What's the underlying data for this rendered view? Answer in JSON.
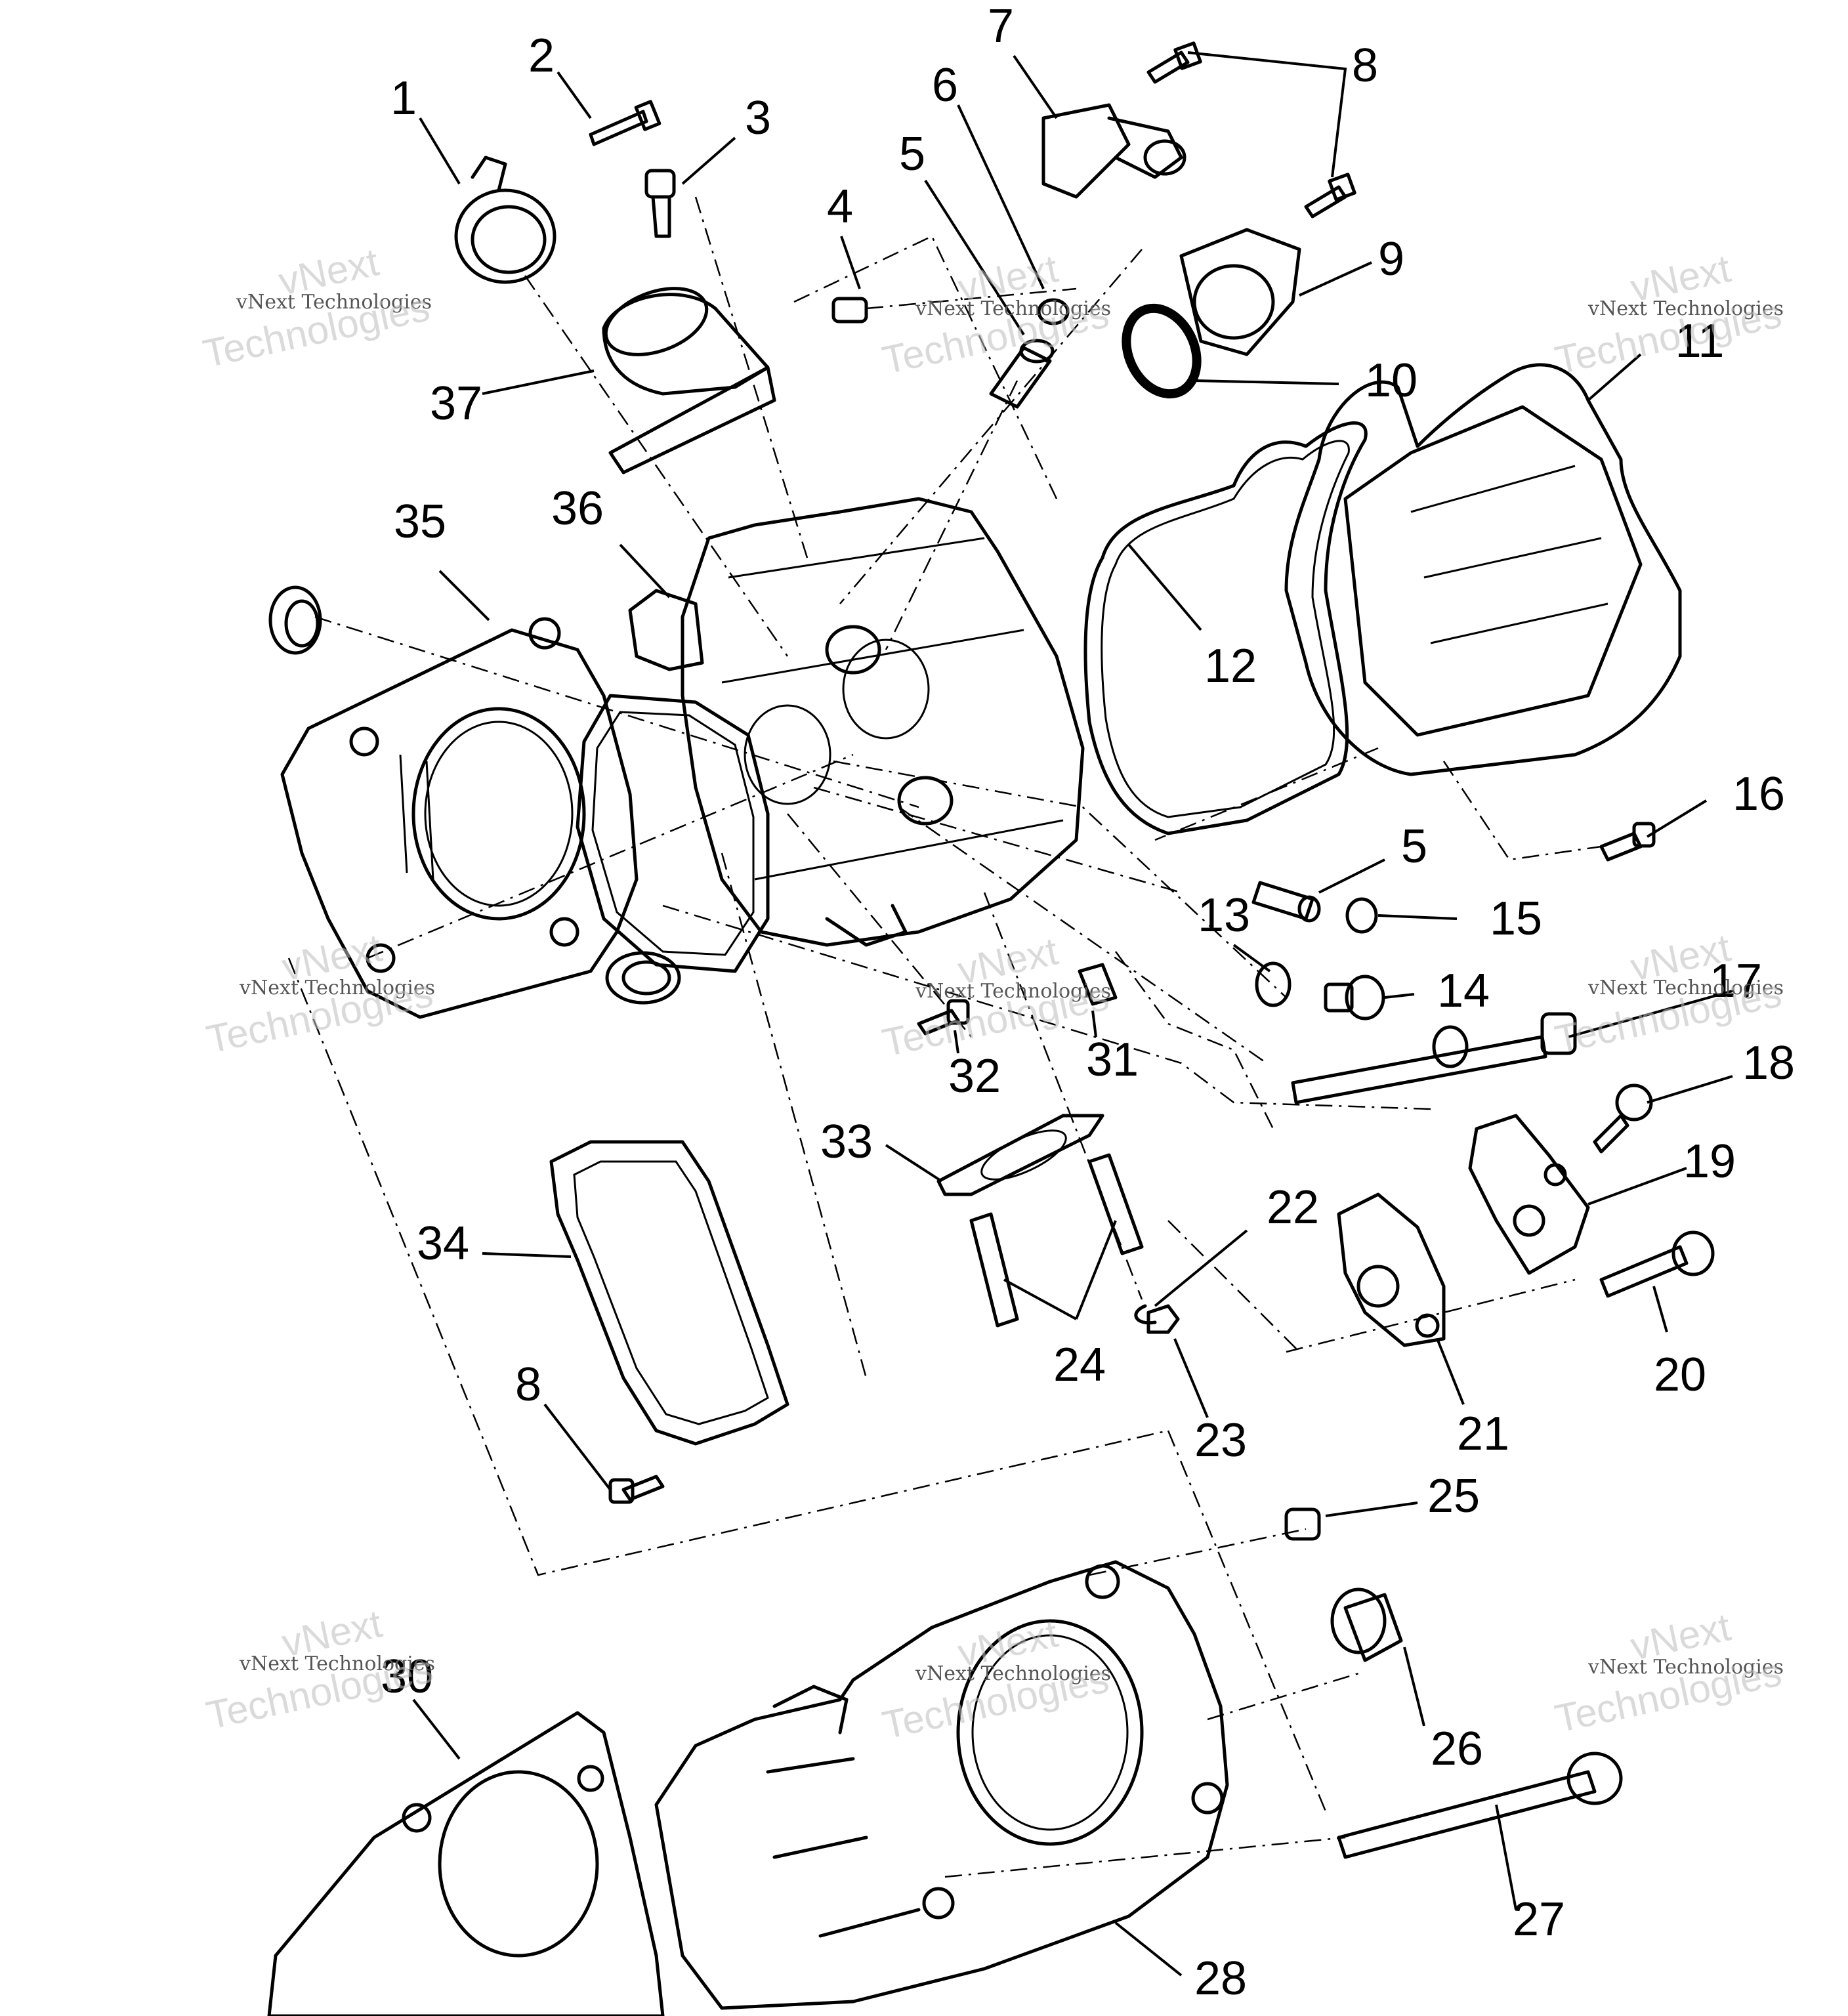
{
  "diagram": {
    "callouts": [
      "1",
      "2",
      "3",
      "4",
      "5",
      "6",
      "7",
      "8",
      "9",
      "10",
      "11",
      "12",
      "13",
      "14",
      "15",
      "16",
      "17",
      "18",
      "19",
      "20",
      "21",
      "22",
      "23",
      "24",
      "25",
      "26",
      "27",
      "28",
      "30",
      "31",
      "32",
      "33",
      "34",
      "35",
      "36",
      "37"
    ],
    "repeat_callouts": {
      "five_b": "5",
      "eight_b": "8"
    },
    "watermark": {
      "line1": "vNext Technologies",
      "line2a": "vNext",
      "line2b": "Technologies"
    }
  }
}
